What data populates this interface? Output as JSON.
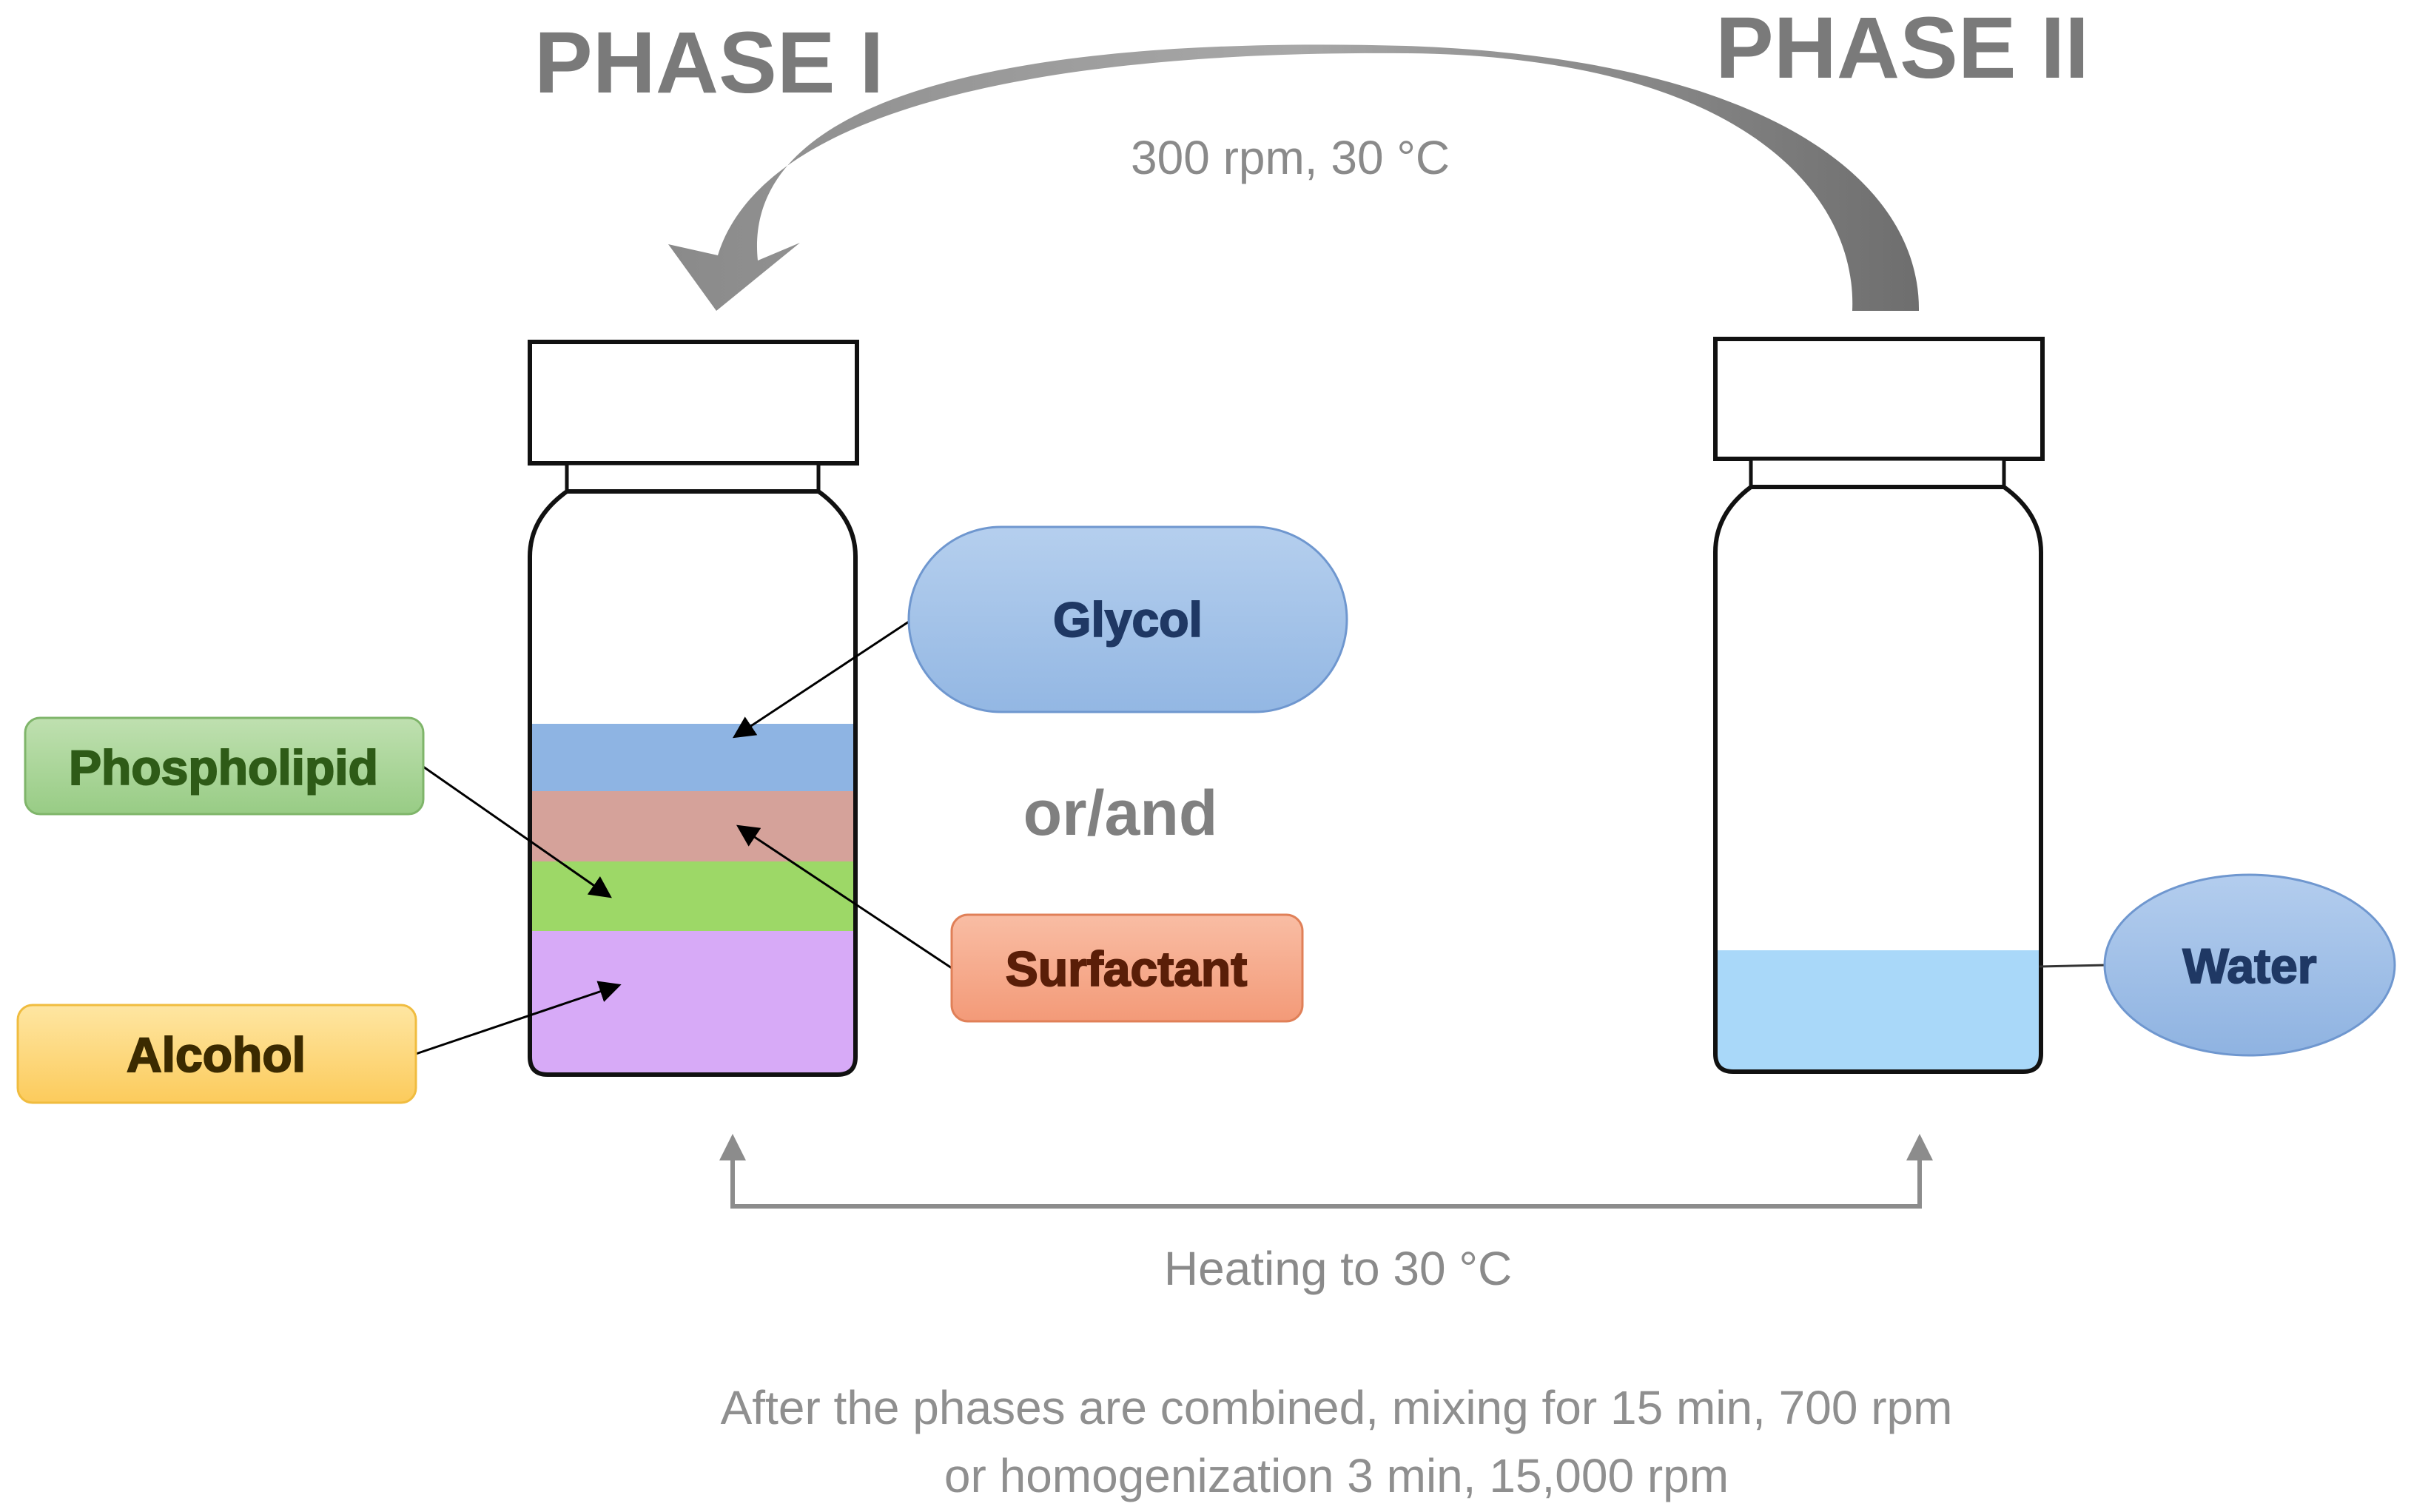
{
  "phases": {
    "phase1_title": "PHASE I",
    "phase2_title": "PHASE II"
  },
  "conditions": {
    "transfer": "300 rpm, 30 °C",
    "or_and": "or/and",
    "heating": "Heating to 30 °C",
    "note_line1": "After the phases are combined, mixing for 15 min, 700 rpm",
    "note_line2": "or homogenization 3 min, 15,000 rpm"
  },
  "labels": {
    "glycol": "Glycol",
    "phospholipid": "Phospholipid",
    "surfactant": "Surfactant",
    "alcohol": "Alcohol",
    "water": "Water"
  },
  "colors": {
    "glycol_layer": "#8eb4e3",
    "surfactant_layer": "#d5a29a",
    "phospholipid_layer": "#9dd867",
    "alcohol_layer": "#d7aaf7",
    "water_layer": "#a9d8f9",
    "glycol_badge": "#a3c2e8",
    "phospholipid_badge": "#a8d497",
    "surfactant_badge": "#f5a98b",
    "alcohol_badge": "#fdd67a",
    "water_badge": "#9dbde6"
  }
}
